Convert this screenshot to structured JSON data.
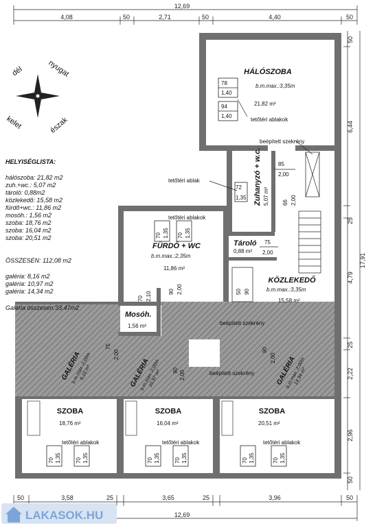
{
  "dimensions": {
    "top_total": "12,69",
    "top": [
      "4,08",
      "50",
      "2,71",
      "50",
      "4,40",
      "50"
    ],
    "right": [
      "50",
      "6,44",
      "25",
      "4,79",
      "17,91",
      "25",
      "2,22",
      "2,96",
      "50"
    ],
    "bottom": [
      "50",
      "3,58",
      "25",
      "3,65",
      "25",
      "3,96",
      "50"
    ],
    "bottom_total": "12,69"
  },
  "compass": {
    "south": "dél",
    "west": "nyugat",
    "east": "kelet",
    "north": "észak"
  },
  "room_list": {
    "title": "HELYISÉGLISTA:",
    "items": [
      "hálószoba: 21,82 m2",
      "zuh.+wc.: 5,07 m2",
      "tároló: 0,88m2",
      "közlekedő: 15,58 m2",
      "fürdő+wc.: 11,86 m2",
      "mosóh.: 1,56 m2",
      "szoba: 18,76 m2",
      "szoba: 16,04 m2",
      "szoba: 20,51 m2"
    ],
    "total": "ÖSSZESEN: 112,08 m2",
    "galleries": [
      "galéria: 8,16 m2",
      "galéria: 10,97 m2",
      "galéria: 14,34 m2"
    ],
    "gallery_total": "Galéria összesen:33,47m2"
  },
  "rooms": {
    "haloszoba": {
      "name": "HÁLÓSZOBA",
      "height": "b.m.max.:3,35m",
      "area": "21,82 m²"
    },
    "zuhanyzo": {
      "name": "Zuhanyzó + w.c.",
      "area": "5,07 m²"
    },
    "taroló": {
      "name": "Tároló",
      "area": "0,88 m²"
    },
    "furdo": {
      "name": "FÜRDŐ + WC",
      "height": "b.m.max.:2,35m",
      "area": "11,86 m²"
    },
    "kozlekedo": {
      "name": "KÖZLEKEDŐ",
      "height": "b.m.max.:3,35m",
      "area": "15,58 m²"
    },
    "mosoh": {
      "name": "Mosóh.",
      "area": "1,56 m²"
    },
    "szoba1": {
      "name": "SZOBA",
      "area": "18,76 m²"
    },
    "szoba2": {
      "name": "SZOBA",
      "area": "16,04 m²"
    },
    "szoba3": {
      "name": "SZOBA",
      "area": "20,51 m²"
    },
    "galeria1": {
      "name": "GALÉRIA",
      "height": "b.m.max.:2,00m",
      "area": "8,16 m²"
    },
    "galeria2": {
      "name": "GALÉRIA",
      "height": "b.m.max.:2,00m",
      "area": "10,97 m²"
    },
    "galeria3": {
      "name": "GALÉRIA",
      "height": "b.m.max.:2,00m",
      "area": "14,34 m²"
    }
  },
  "labels": {
    "roof_window": "tetőtéri ablak",
    "roof_windows": "tetőtéri ablakok",
    "built_in_wardrobe": "beépített szekrény"
  },
  "windows": {
    "w78": [
      "78",
      "1,40"
    ],
    "w94": [
      "94",
      "1,40"
    ],
    "w70_135": [
      "70",
      "1,35"
    ],
    "w72": [
      "72",
      "1,35"
    ],
    "door85": [
      "85",
      "2,00"
    ],
    "door66": [
      "66",
      "2,00"
    ],
    "door75": [
      "75",
      "2,00"
    ],
    "door70_210": [
      "70",
      "2,10"
    ],
    "door90": [
      "90",
      "2,00"
    ],
    "door50": [
      "50",
      "90"
    ],
    "door75b": [
      "75",
      "2,00"
    ],
    "door90b": [
      "90",
      "2,00"
    ]
  },
  "logo": {
    "text": "LAKASOK.HU"
  }
}
